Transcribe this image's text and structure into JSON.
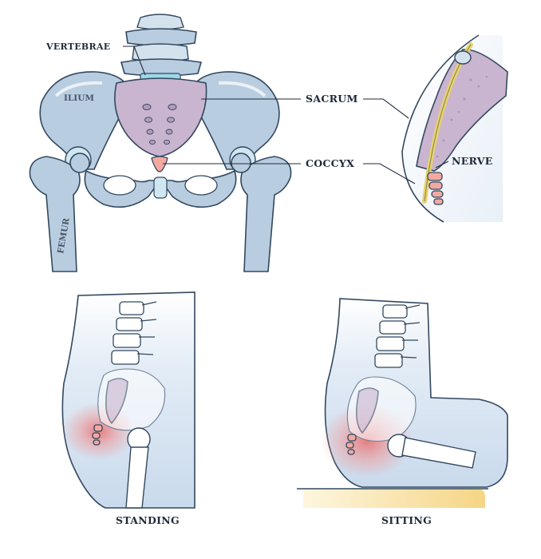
{
  "labels": {
    "vertebrae": "VERTEBRAE",
    "ilium": "ILIUM",
    "femur": "FEMUR",
    "sacrum": "SACRUM",
    "coccyx": "COCCYX",
    "nerve": "NERVE",
    "standing": "STANDING",
    "sitting": "SITTING"
  },
  "colors": {
    "bone": "#b8cde0",
    "sacrum": "#c9b5cf",
    "coccyx": "#f1a9a2",
    "nerve": "#e8d26a",
    "outline": "#33485f",
    "pain": "#e86a6a",
    "seat": "#f6d585"
  }
}
